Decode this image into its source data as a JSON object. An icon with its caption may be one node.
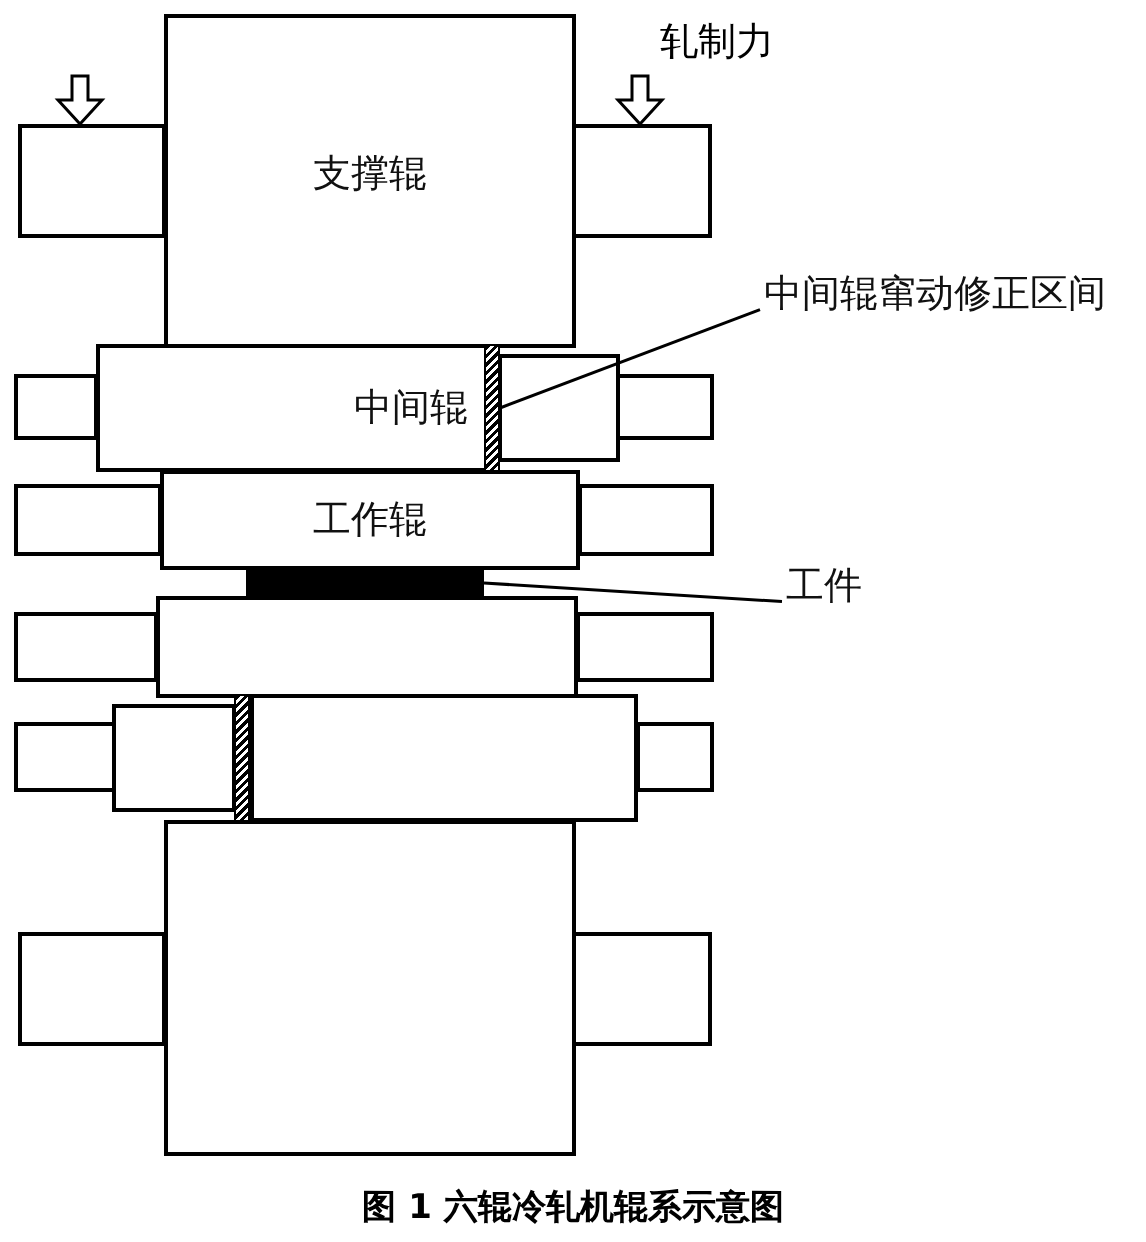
{
  "diagram": {
    "caption": "图 1 六辊冷轧机辊系示意图",
    "nodes": [
      {
        "text": [
          "支撑辊"
        ]
      },
      {
        "text": [
          "中间辊窜动修正区间"
        ]
      },
      {
        "text": [
          "中间辊"
        ]
      },
      {
        "text": [],
        "shape": "bar"
      },
      {
        "text": [
          "工作辊"
        ]
      },
      {
        "text": [],
        "shape": "bar"
      },
      {
        "text": [
          "工件"
        ]
      },
      {
        "text": [],
        "shape": "box"
      },
      {
        "text": [],
        "shape": "box"
      },
      {
        "text": [],
        "shape": "bar"
      },
      {
        "text": [],
        "shape": "box"
      }
    ],
    "edges": [
      {
        "from": 1,
        "to": 3,
        "arrow": "none"
      },
      {
        "from": 6,
        "to": 5,
        "arrow": "none"
      }
    ],
    "labels": [
      "轧制力"
    ]
  }
}
